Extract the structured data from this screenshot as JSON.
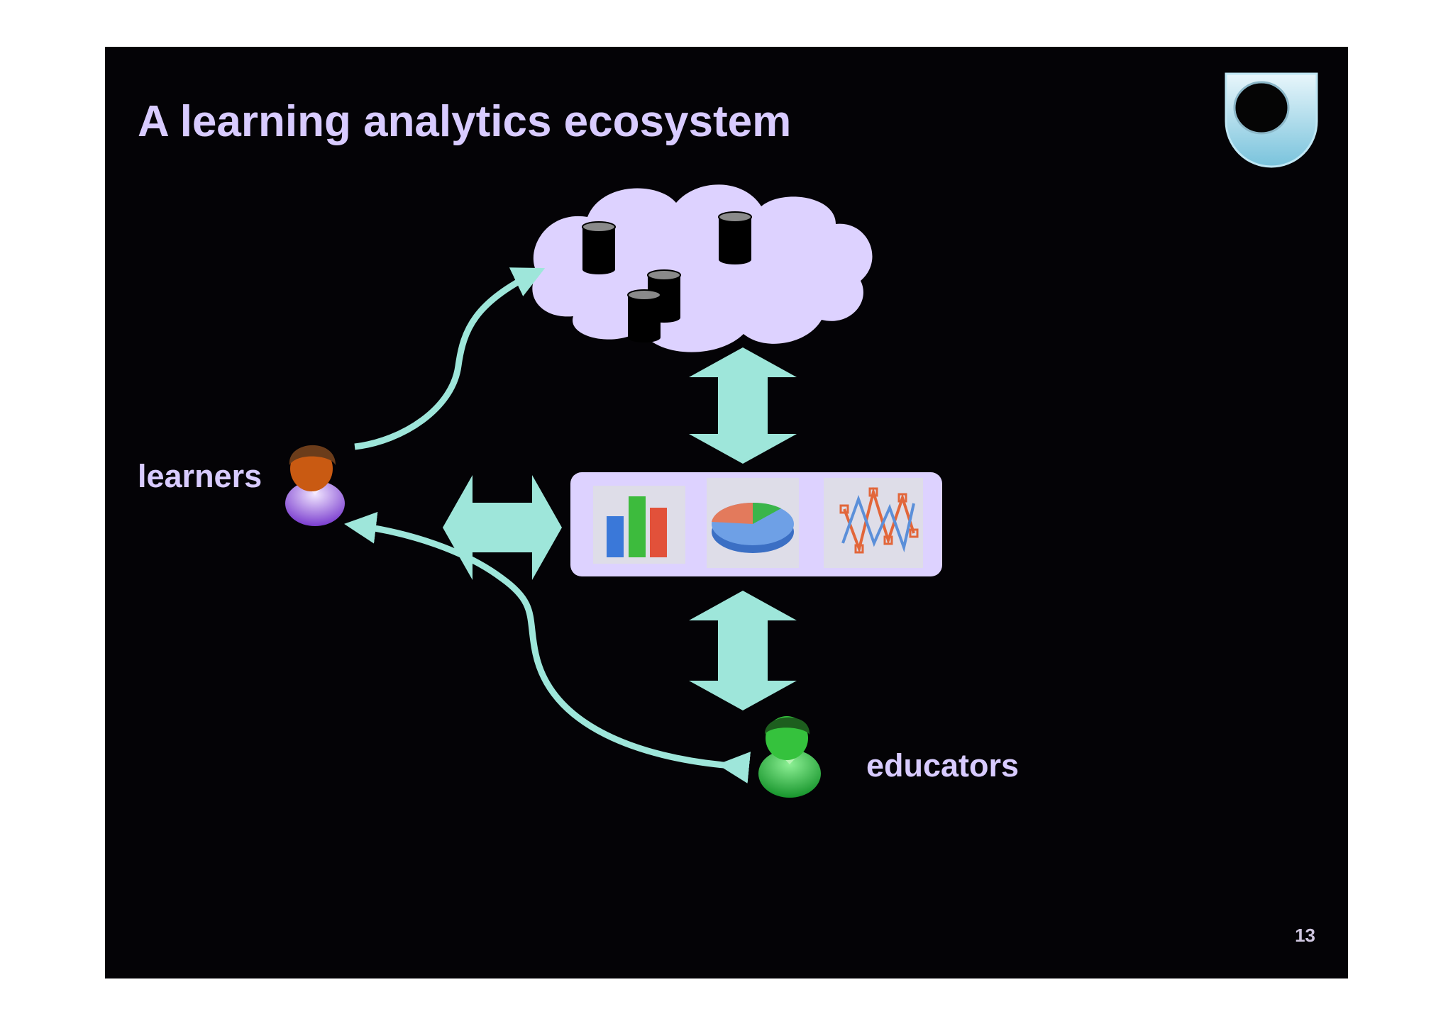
{
  "slide": {
    "title": "A learning analytics ecosystem",
    "page_number": "13"
  },
  "diagram": {
    "nodes": {
      "learners": "learners",
      "educators": "educators"
    },
    "icons": [
      "open-university-logo-icon",
      "cloud-data-store-icon",
      "database-icon",
      "bar-chart-icon",
      "pie-chart-icon",
      "line-chart-icon",
      "learner-person-icon",
      "educator-person-icon"
    ]
  },
  "colors": {
    "background": "#040306",
    "title": "#d8cbff",
    "arrow": "#9ee6da",
    "cloud": "#ddd2ff",
    "learner": "#9b59e0",
    "educator": "#2ec44a"
  }
}
